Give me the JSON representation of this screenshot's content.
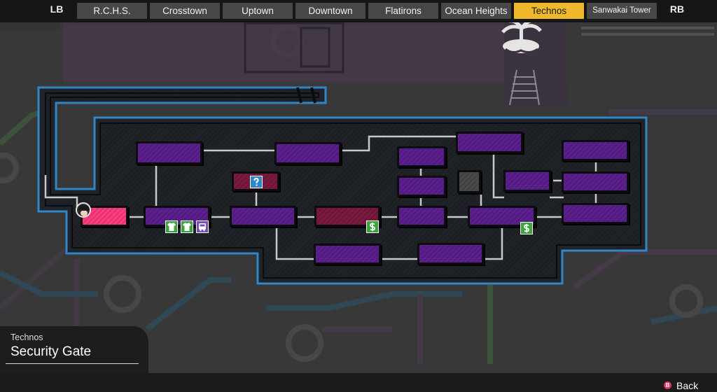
{
  "top_nav": {
    "left_shoulder": "LB",
    "right_shoulder": "RB",
    "tabs": [
      {
        "label": "R.C.H.S.",
        "active": false
      },
      {
        "label": "Crosstown",
        "active": false
      },
      {
        "label": "Uptown",
        "active": false
      },
      {
        "label": "Downtown",
        "active": false
      },
      {
        "label": "Flatirons",
        "active": false
      },
      {
        "label": "Ocean Heights",
        "active": false
      },
      {
        "label": "Technos",
        "active": true
      },
      {
        "label": "Sanwakai Tower",
        "active": false
      }
    ]
  },
  "location": {
    "district": "Technos",
    "name": "Security Gate"
  },
  "footer": {
    "back_button_glyph": "B",
    "back_label": "Back"
  },
  "colors": {
    "accent_active_tab": "#f0b82c",
    "room_unexplored": "#5c1f8f",
    "room_current": "#ff3d7f",
    "room_special": "#7a1a3f",
    "map_border": "#2f86c8",
    "icon_shop": "#3ba53b",
    "icon_bus": "#7a4fb5",
    "icon_mystery": "#2f86c8"
  },
  "map": {
    "icons": [
      {
        "type": "clothing-shop-icon",
        "room": "room-r2c1"
      },
      {
        "type": "clothing-shop-icon",
        "room": "room-r2c1"
      },
      {
        "type": "bus-stop-icon",
        "room": "room-r2c1"
      },
      {
        "type": "question-mark-icon",
        "room": "room-special-top"
      },
      {
        "type": "money-shop-icon",
        "room": "room-special-mid"
      },
      {
        "type": "money-shop-icon",
        "room": "room-r2c5"
      }
    ]
  }
}
